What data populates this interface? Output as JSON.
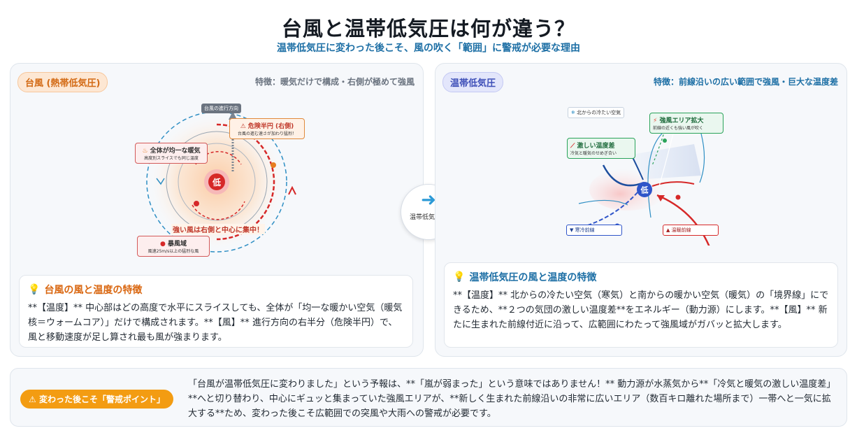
{
  "header": {
    "title": "台風と温帯低気圧は何が違う？",
    "subtitle": "温帯低気圧に変わった後こそ、風の吹く「範囲」に警戒が必要な理由"
  },
  "left": {
    "tag": "台風 (熱帯低気圧)",
    "feature": "特徴：暖気だけで構成・右側が極めて強風",
    "diagram": {
      "direction_label": "台風の進行方向",
      "danger_title": "危険半円 (右側)",
      "danger_sub": "台風の進む速さが加わり猛烈！",
      "warm_title": "全体が均一な暖気",
      "warm_sub": "高度別スライスでも同じ温度",
      "center": "低",
      "strong_wind": "強い風は右側と中心に集中！",
      "storm_title": "暴風域",
      "storm_sub": "風速25m/s以上の猛烈な風"
    },
    "info_title": "台風の風と温度の特徴",
    "info_text": "**【温度】** 中心部はどの高度で水平にスライスしても、全体が「均一な暖かい空気（暖気核＝ウォームコア）」だけで構成されます。**【風】** 進行方向の右半分（危険半円）で、風と移動速度が足し算され最も風が強まります。"
  },
  "transition": {
    "label": "温帯低気圧化"
  },
  "right": {
    "tag": "温帯低気圧",
    "feature": "特徴：前線沿いの広い範囲で強風・巨大な温度差",
    "diagram": {
      "cold_air": "北からの冷たい空気",
      "strong_area_title": "強風エリア拡大",
      "strong_area_sub": "前線の近くも強い風が吹く",
      "temp_diff_title": "激しい温度差",
      "temp_diff_sub": "冷気と暖気のせめぎ合い",
      "center": "低",
      "cold_front": "寒冷前線",
      "warm_front": "温暖前線"
    },
    "info_title": "温帯低気圧の風と温度の特徴",
    "info_text": "**【温度】** 北からの冷たい空気（寒気）と南からの暖かい空気（暖気）の「境界線」にできるため、**２つの気団の激しい温度差**をエネルギー（動力源）にします。**【風】** 新たに生まれた前線付近に沿って、広範囲にわたって強風域がガバッと拡大します。"
  },
  "bottom": {
    "badge": "変わった後こそ「警戒ポイント」",
    "text": "「台風が温帯低気圧に変わりました」という予報は、**「嵐が弱まった」という意味ではありません！** 動力源が水蒸気から**「冷気と暖気の激しい温度差」**へと切り替わり、中心にギュッと集まっていた強風エリアが、**新しく生まれた前線沿いの非常に広いエリア（数百キロ離れた場所まで）一帯へと一気に拡大する**ため、変わった後こそ広範囲での突風や大雨への警戒が必要です。"
  },
  "colors": {
    "orange": "#d9660f",
    "blue": "#1d6fa5",
    "danger_red": "#d62828",
    "warn": "#f39c12",
    "center_blue": "#2f55c9"
  },
  "icons": [
    "lightbulb-icon",
    "warning-icon",
    "arrow-right-icon",
    "fire-icon",
    "lightning-icon",
    "snowflake-icon"
  ]
}
